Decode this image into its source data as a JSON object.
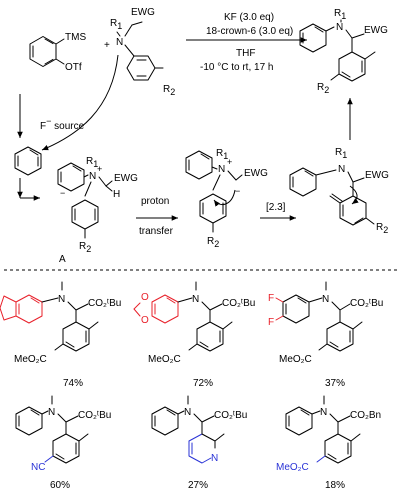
{
  "labels": {
    "tms": "TMS",
    "otf": "OTf",
    "plus": "+",
    "r1": "R",
    "r1_sub": "1",
    "n": "N",
    "ewg": "EWG",
    "r2": "R",
    "r2_sub": "2",
    "plus_charge": "+",
    "minus_charge": "−",
    "h": "H",
    "a": "A",
    "f_minus": "F",
    "source": " source"
  },
  "conditions": {
    "line1": "KF (3.0 eq)",
    "line2": "18-crown-6 (3.0 eq)",
    "line3": "THF",
    "line4": "-10 °C to rt, 17 h"
  },
  "steps": {
    "proton_transfer_1": "proton",
    "proton_transfer_2": "transfer",
    "sigmatropic": "[2.3]"
  },
  "products": [
    {
      "ester": "CO₂ᵗBu",
      "sub": "MeO₂C",
      "yield": "74%"
    },
    {
      "ester": "CO₂ᵗBu",
      "sub": "MeO₂C",
      "yield": "72%"
    },
    {
      "ester": "CO₂ᵗBu",
      "sub": "MeO₂C",
      "yield": "37%",
      "f1": "F",
      "f2": "F"
    },
    {
      "ester": "CO₂ᵗBu",
      "sub": "NC",
      "yield": "60%"
    },
    {
      "ester": "CO₂ᵗBu",
      "sub": "N",
      "yield": "27%"
    },
    {
      "ester": "CO₂Bn",
      "sub": "MeO₂C",
      "yield": "18%"
    }
  ]
}
